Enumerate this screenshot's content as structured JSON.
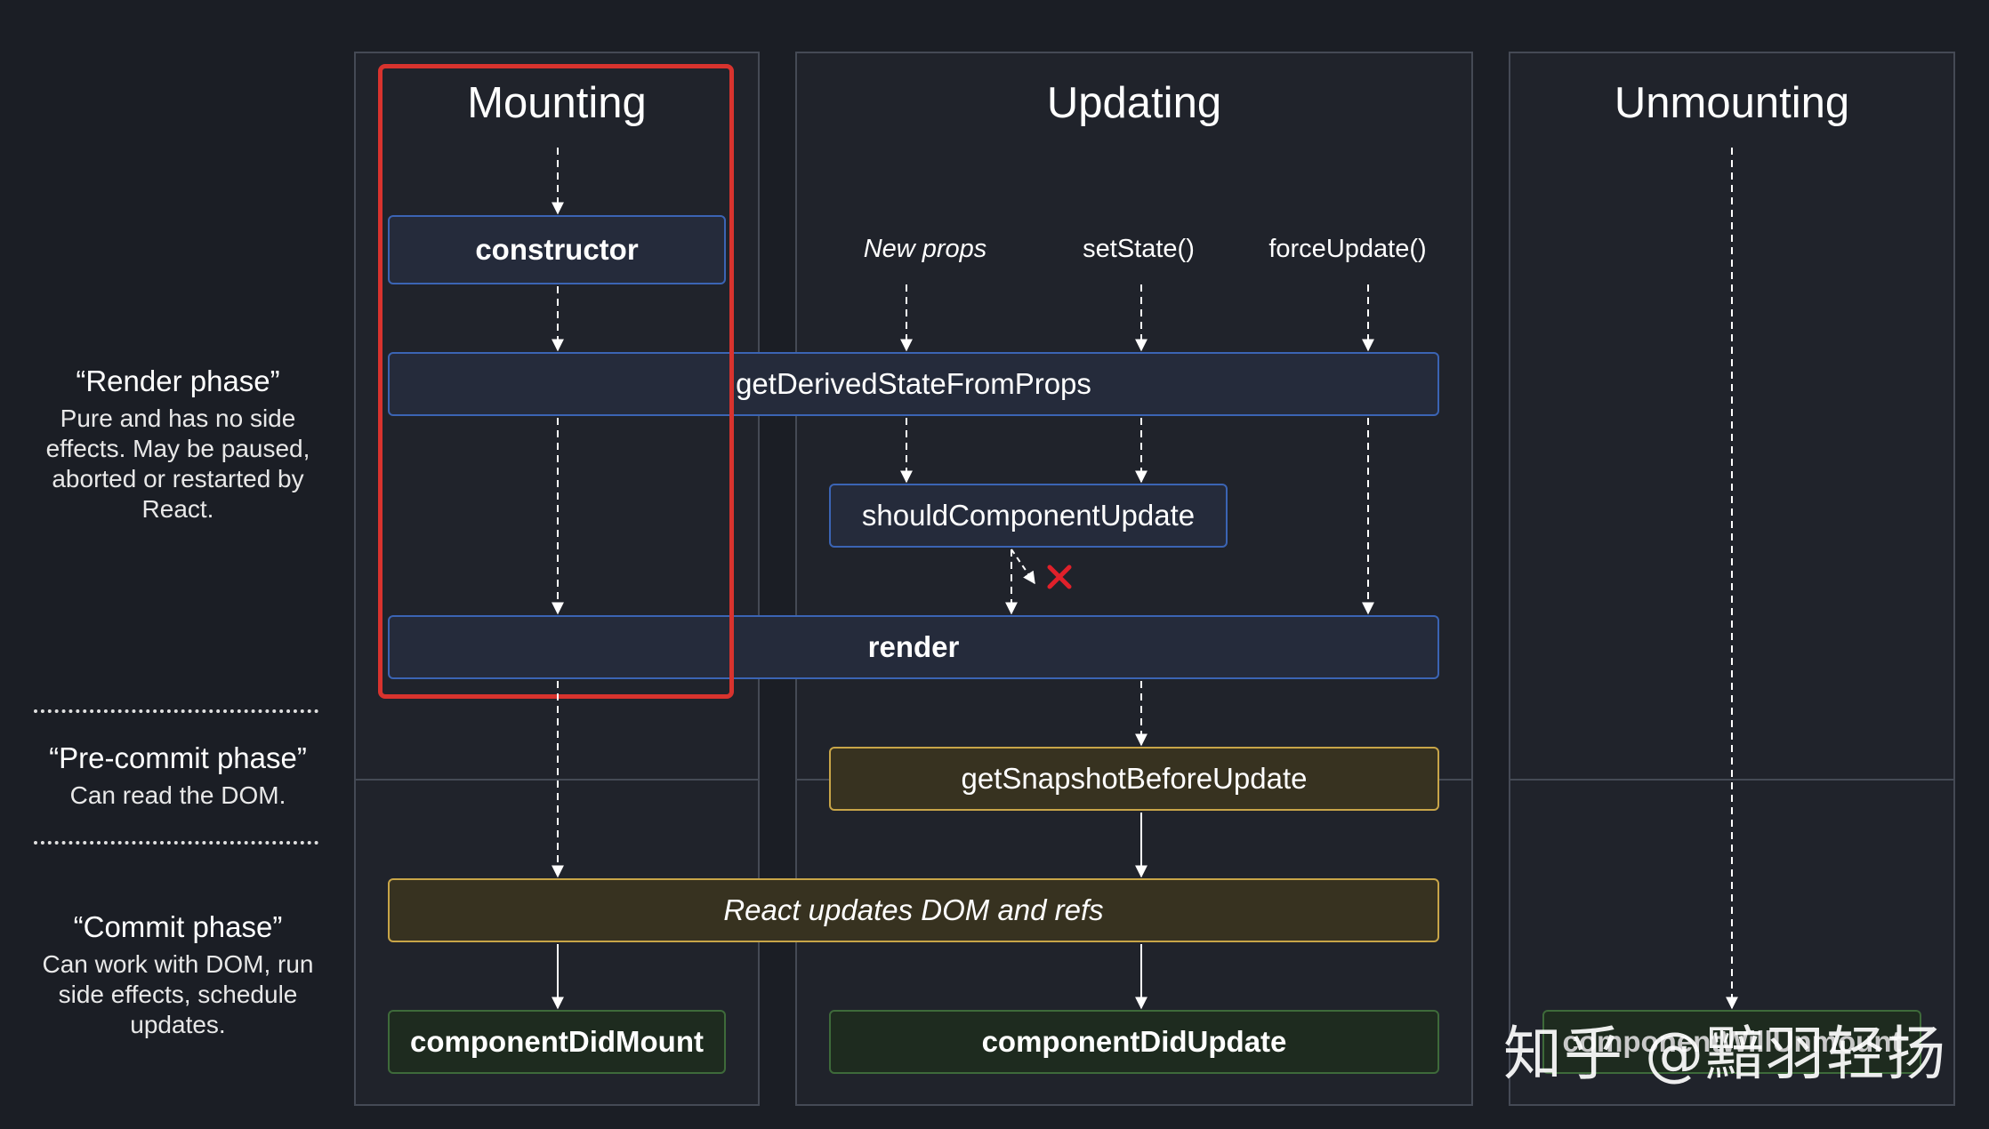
{
  "columns": {
    "mounting": {
      "title": "Mounting"
    },
    "updating": {
      "title": "Updating"
    },
    "unmounting": {
      "title": "Unmounting"
    }
  },
  "phases": {
    "render": {
      "title": "“Render phase”",
      "description": "Pure and has no side effects. May be paused, aborted or restarted by React."
    },
    "precommit": {
      "title": "“Pre-commit phase”",
      "description": "Can read the DOM."
    },
    "commit": {
      "title": "“Commit phase”",
      "description": "Can work with DOM, run side effects, schedule updates."
    }
  },
  "triggers": {
    "new_props": "New props",
    "set_state": "setState()",
    "force_update": "forceUpdate()"
  },
  "methods": {
    "constructor": "constructor",
    "get_derived_state": "getDerivedStateFromProps",
    "should_component_update": "shouldComponentUpdate",
    "render": "render",
    "get_snapshot": "getSnapshotBeforeUpdate",
    "react_updates_dom": "React updates DOM and refs",
    "component_did_mount": "componentDidMount",
    "component_did_update": "componentDidUpdate",
    "component_will_unmount": "componentWillUnmount"
  },
  "watermark": "知乎 @黯羽轻扬",
  "colors": {
    "background": "#1b1e25",
    "column": "#20232b",
    "blue_border": "#3b64b4",
    "yellow_border": "#c8a548",
    "green_border": "#3e6a3a",
    "highlight": "#d8332e",
    "cancel_mark": "#e0202a"
  },
  "icons": {
    "cancel": "cross-mark-icon"
  }
}
